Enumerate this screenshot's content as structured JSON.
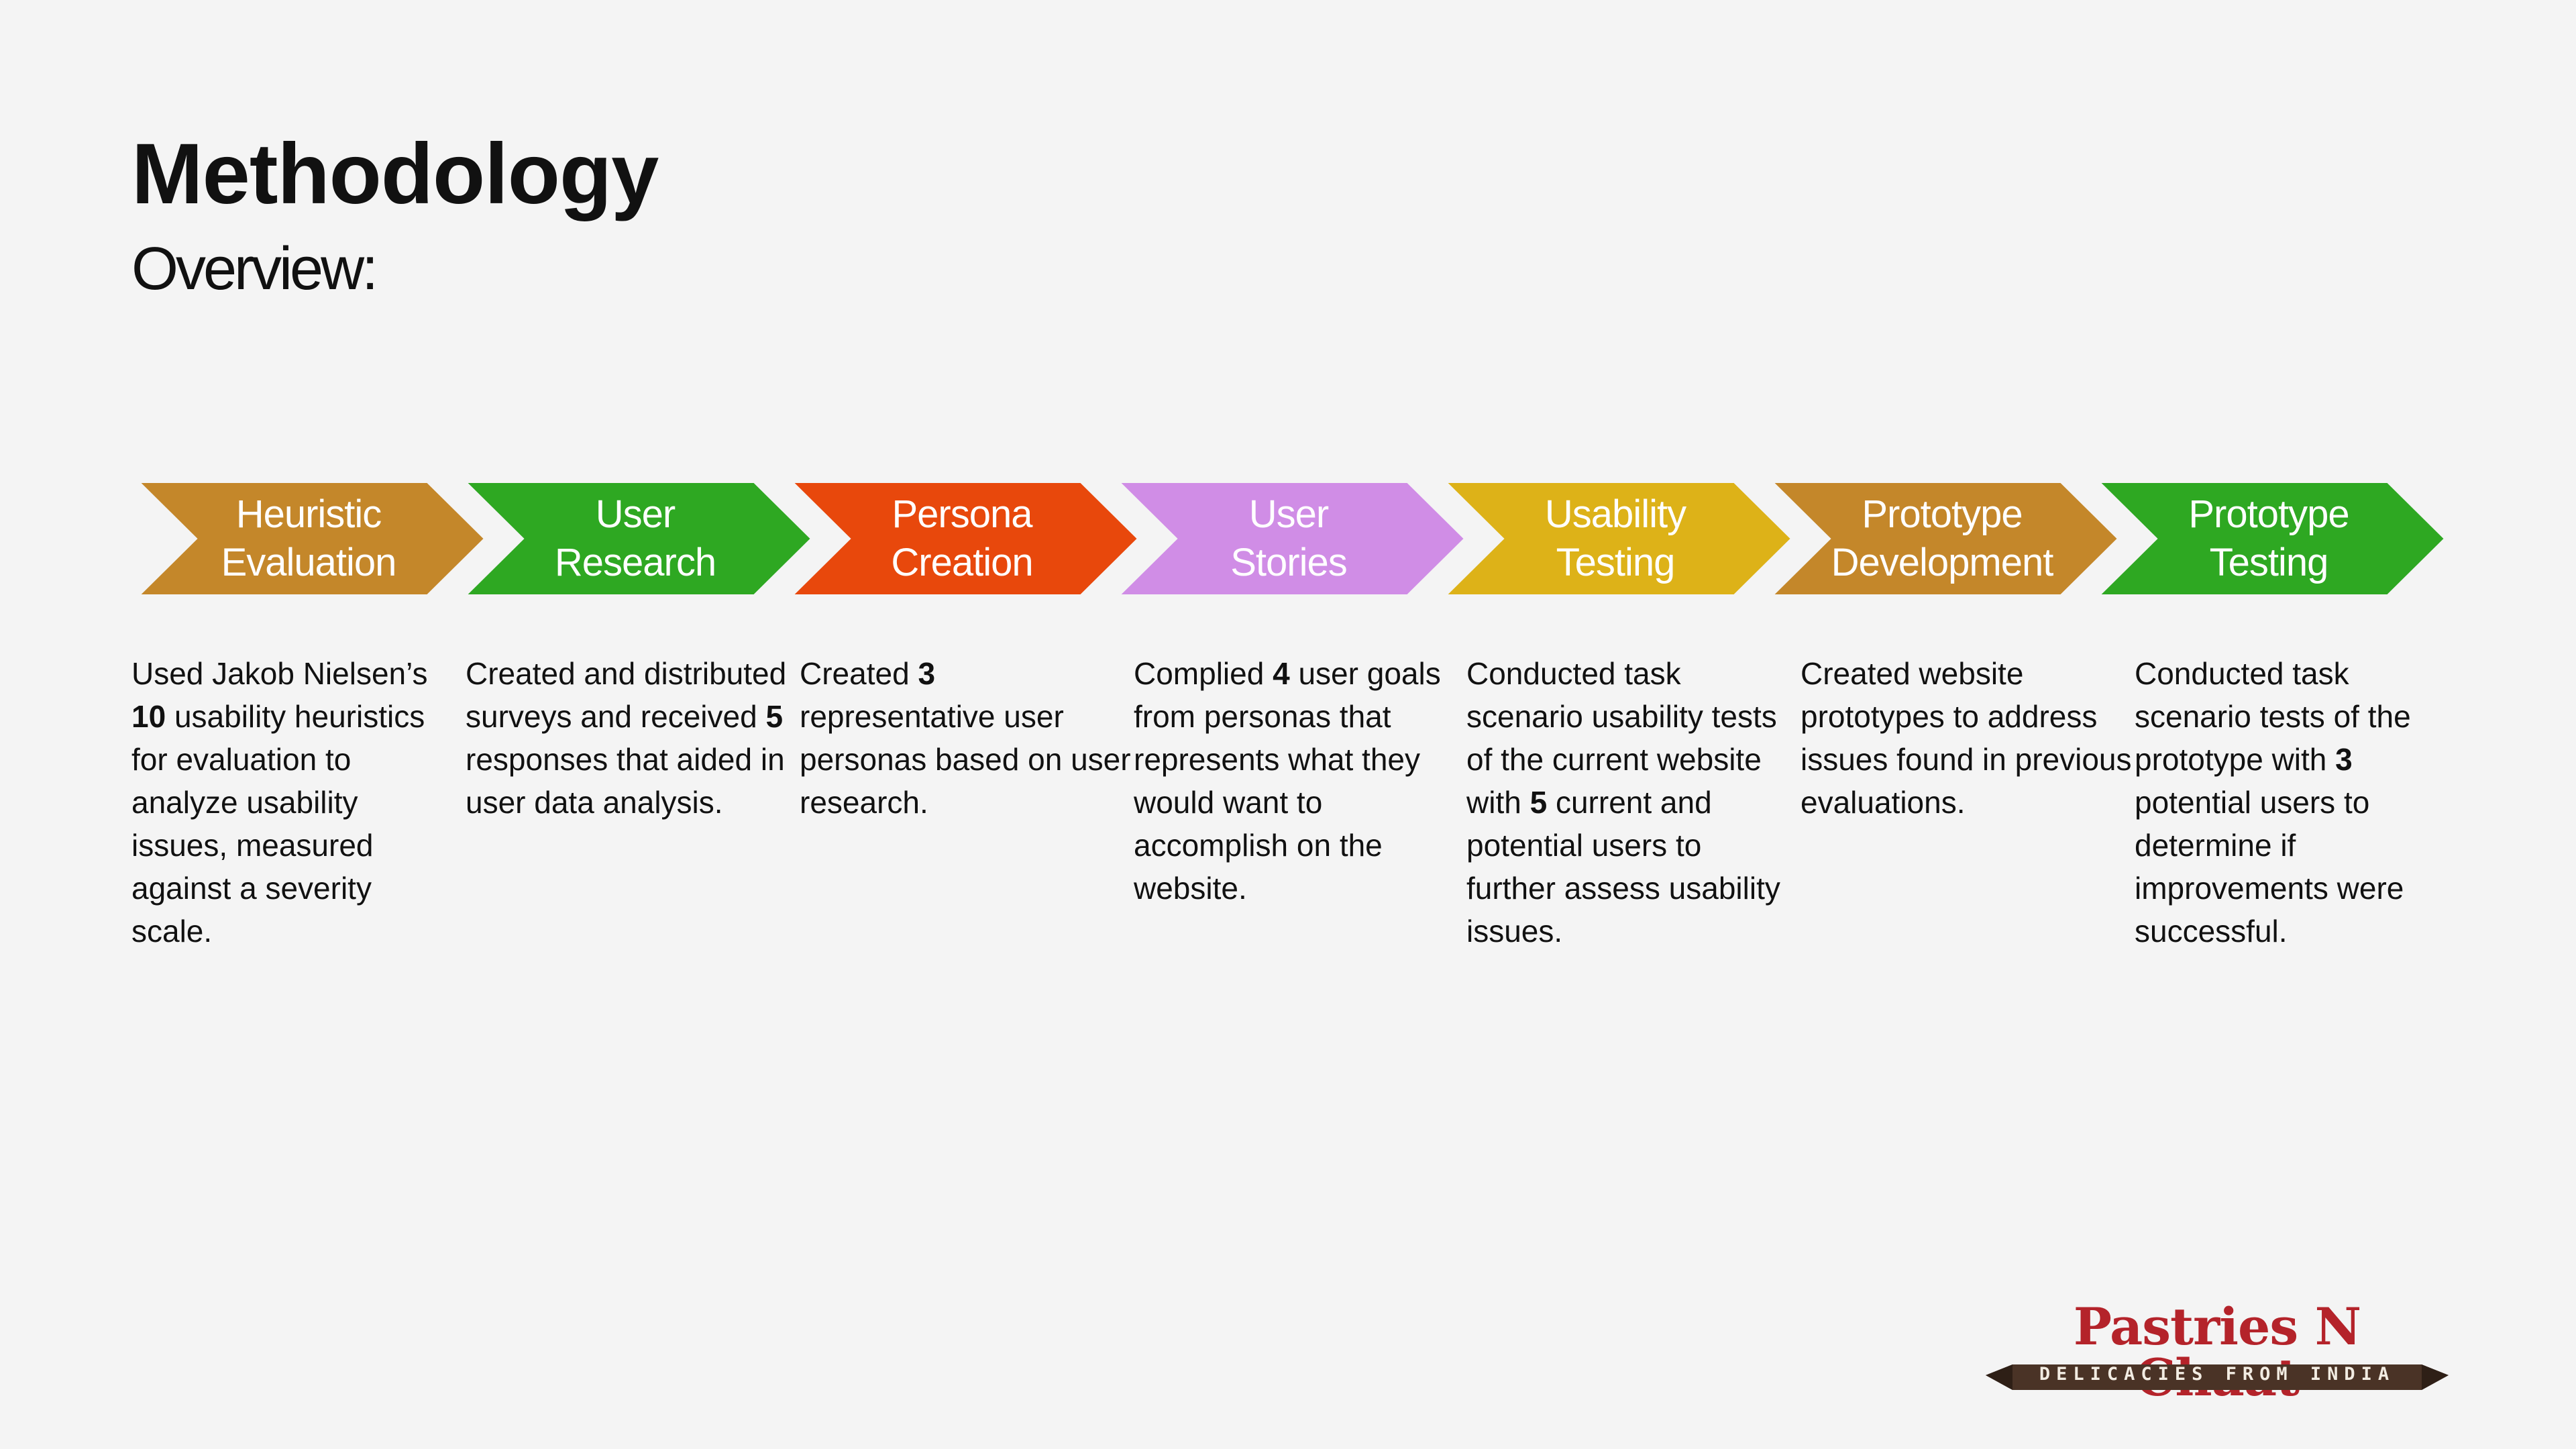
{
  "header": {
    "title": "Methodology",
    "subtitle": "Overview:"
  },
  "colors": {
    "heuristic": "#c4872a",
    "green": "#2ea822",
    "orange": "#e8480c",
    "purple": "#d08de6",
    "yellow": "#ddb218",
    "brand_red": "#b4232a",
    "brand_brown": "#4a3326"
  },
  "steps": [
    {
      "label_lines": [
        "Heuristic",
        "Evaluation"
      ],
      "color": "#c4872a",
      "desc": [
        "Used Jakob Nielsen’s ",
        "10",
        " usability heuristics for evaluation to analyze usability issues, measured against a severity scale."
      ]
    },
    {
      "label_lines": [
        "User",
        "Research"
      ],
      "color": "#2ea822",
      "desc": [
        "Created and distributed surveys and received ",
        "5",
        " responses that aided in user data analysis."
      ]
    },
    {
      "label_lines": [
        "Persona",
        "Creation"
      ],
      "color": "#e8480c",
      "desc": [
        "Created ",
        "3",
        " representative user personas based on user research."
      ]
    },
    {
      "label_lines": [
        "User",
        "Stories"
      ],
      "color": "#d08de6",
      "desc": [
        "Complied ",
        "4",
        " user goals from personas that represents what they would want to accomplish on the website."
      ]
    },
    {
      "label_lines": [
        "Usability",
        "Testing"
      ],
      "color": "#ddb218",
      "desc": [
        "Conducted task scenario usability tests of the current website with ",
        "5",
        " current and potential users to further assess usability issues."
      ]
    },
    {
      "label_lines": [
        "Prototype",
        "Development"
      ],
      "color": "#c4872a",
      "desc": [
        "Created website prototypes to address issues found in previous evaluations.",
        "",
        ""
      ]
    },
    {
      "label_lines": [
        "Prototype",
        "Testing"
      ],
      "color": "#2ea822",
      "desc": [
        "Conducted task scenario tests of the prototype with ",
        "3",
        " potential users to determine if improvements were successful."
      ]
    }
  ],
  "logo": {
    "name": "Pastries N Chaat",
    "tagline": "DELICACIES FROM INDIA"
  }
}
